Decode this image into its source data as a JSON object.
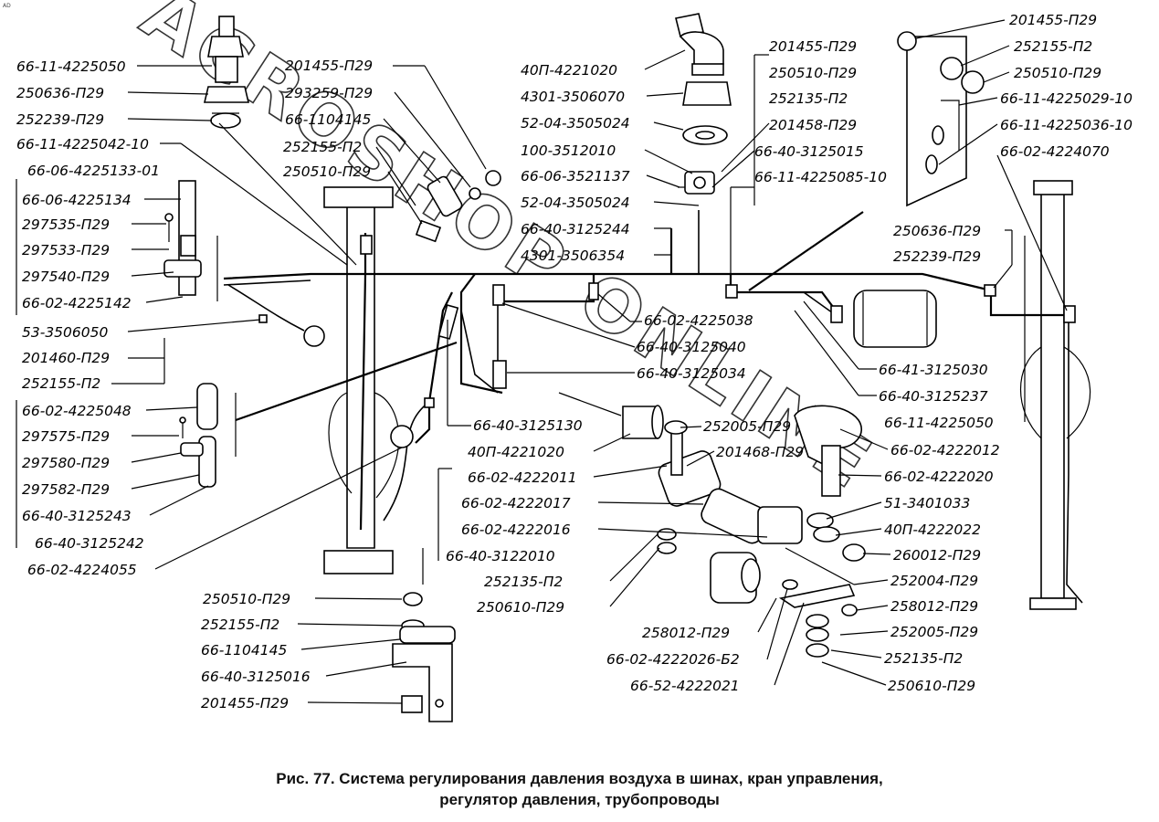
{
  "corner_mark": "AD",
  "watermark": "ACROSHOP ONLINE",
  "caption": {
    "line1": "Рис. 77.  Система регулирования давления воздуха в шинах,  кран управления,",
    "line2": "регулятор   давления,  трубопроводы"
  },
  "labels": {
    "l01": "66-11-4225050",
    "l02": "250636-П29",
    "l03": "252239-П29",
    "l04": "66-11-4225042-10",
    "l05": "66-06-4225133-01",
    "l06": "66-06-4225134",
    "l07": "297535-П29",
    "l08": "297533-П29",
    "l09": "297540-П29",
    "l10": "66-02-4225142",
    "l11": "53-3506050",
    "l12": "201460-П29",
    "l13": "252155-П2",
    "l14": "66-02-4225048",
    "l15": "297575-П29",
    "l16": "297580-П29",
    "l17": "297582-П29",
    "l18": "66-40-3125243",
    "l19": "66-40-3125242",
    "l20": "66-02-4224055",
    "l21": "201455-П29",
    "l22": "293259-П29",
    "l23": "66-1104145",
    "l24": "252155-П2",
    "l25": "250510-П29",
    "l26": "40П-4221020",
    "l27": "4301-3506070",
    "l28": "52-04-3505024",
    "l29": "100-3512010",
    "l30": "66-06-3521137",
    "l31": "52-04-3505024",
    "l32": "66-40-3125244",
    "l33": "4301-3506354",
    "l34": "201455-П29",
    "l35": "250510-П29",
    "l36": "252135-П2",
    "l37": "201458-П29",
    "l38": "66-40-3125015",
    "l39": "66-11-4225085-10",
    "l40": "201455-П29",
    "l41": "252155-П2",
    "l42": "250510-П29",
    "l43": "66-11-4225029-10",
    "l44": "66-11-4225036-10",
    "l45": "66-02-4224070",
    "l46": "250636-П29",
    "l47": "252239-П29",
    "l48": "66-02-4225038",
    "l49": "66-40-3125040",
    "l50": "66-40-3125034",
    "l51": "66-41-3125030",
    "l52": "66-40-3125237",
    "l53": "66-11-4225050",
    "l54": "66-40-3125130",
    "l55": "40П-4221020",
    "l56": "252005-П29",
    "l57": "201468-П29",
    "l58": "66-02-4222012",
    "l59": "66-02-4222011",
    "l60": "66-02-4222020",
    "l61": "66-02-4222017",
    "l62": "51-3401033",
    "l63": "66-02-4222016",
    "l64": "40П-4222022",
    "l65": "66-40-3122010",
    "l66": "260012-П29",
    "l67": "252135-П2",
    "l68": "252004-П29",
    "l69": "250610-П29",
    "l70": "258012-П29",
    "l71": "258012-П29",
    "l72": "252005-П29",
    "l73": "66-02-4222026-Б2",
    "l74": "252135-П2",
    "l75": "66-52-4222021",
    "l76": "250610-П29",
    "l77": "250510-П29",
    "l78": "252155-П2",
    "l79": "66-1104145",
    "l80": "66-40-3125016",
    "l81": "201455-П29"
  }
}
